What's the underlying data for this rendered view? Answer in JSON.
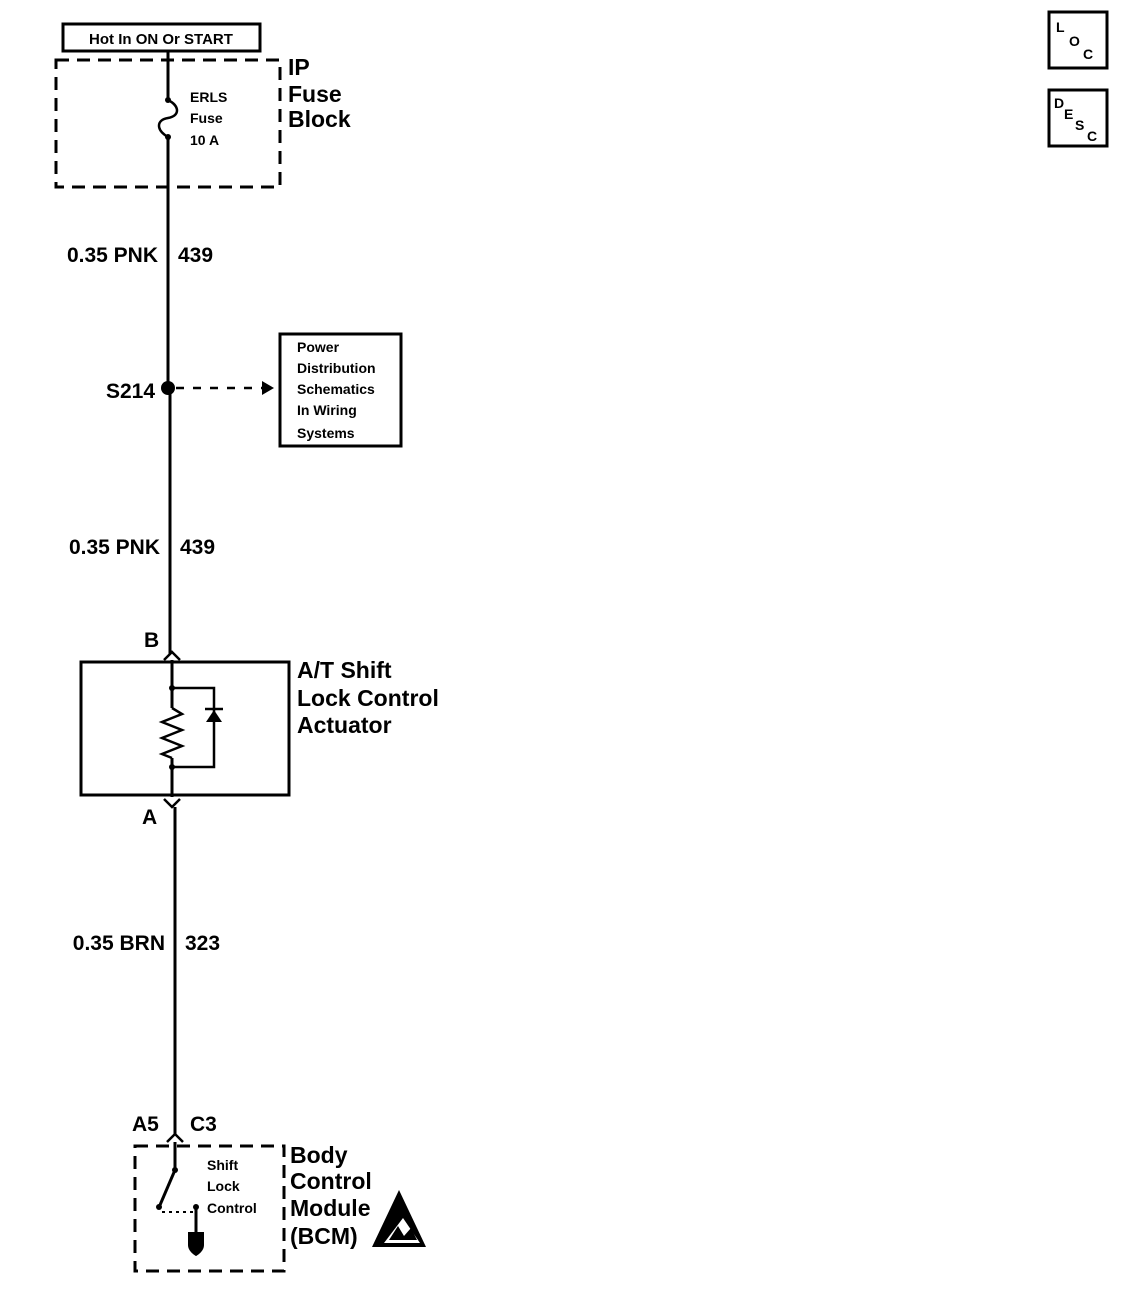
{
  "power_source": {
    "label": "Hot In ON Or START"
  },
  "fuse_block": {
    "title_lines": [
      "IP",
      "Fuse",
      "Block"
    ],
    "fuse_lines": [
      "ERLS",
      "Fuse",
      "10 A"
    ]
  },
  "wires": [
    {
      "gauge_color": "0.35 PNK",
      "circuit": "439"
    },
    {
      "gauge_color": "0.35 PNK",
      "circuit": "439"
    },
    {
      "gauge_color": "0.35 BRN",
      "circuit": "323"
    }
  ],
  "splice": {
    "label": "S214",
    "reference_lines": [
      "Power",
      "Distribution",
      "Schematics",
      "In Wiring",
      "Systems"
    ]
  },
  "actuator": {
    "pin_top": "B",
    "pin_bottom": "A",
    "title_lines": [
      "A/T Shift",
      "Lock Control",
      "Actuator"
    ]
  },
  "bcm": {
    "connector_left": "A5",
    "connector_right": "C3",
    "switch_lines": [
      "Shift",
      "Lock",
      "Control"
    ],
    "title_lines": [
      "Body",
      "Control",
      "Module",
      "(BCM)"
    ]
  },
  "icons": {
    "loc": {
      "name": "loc-icon",
      "letters": [
        "L",
        "O",
        "C"
      ]
    },
    "desc": {
      "name": "desc-icon",
      "letters": [
        "D",
        "E",
        "S",
        "C"
      ]
    },
    "esd": {
      "name": "esd-warning-icon"
    }
  }
}
